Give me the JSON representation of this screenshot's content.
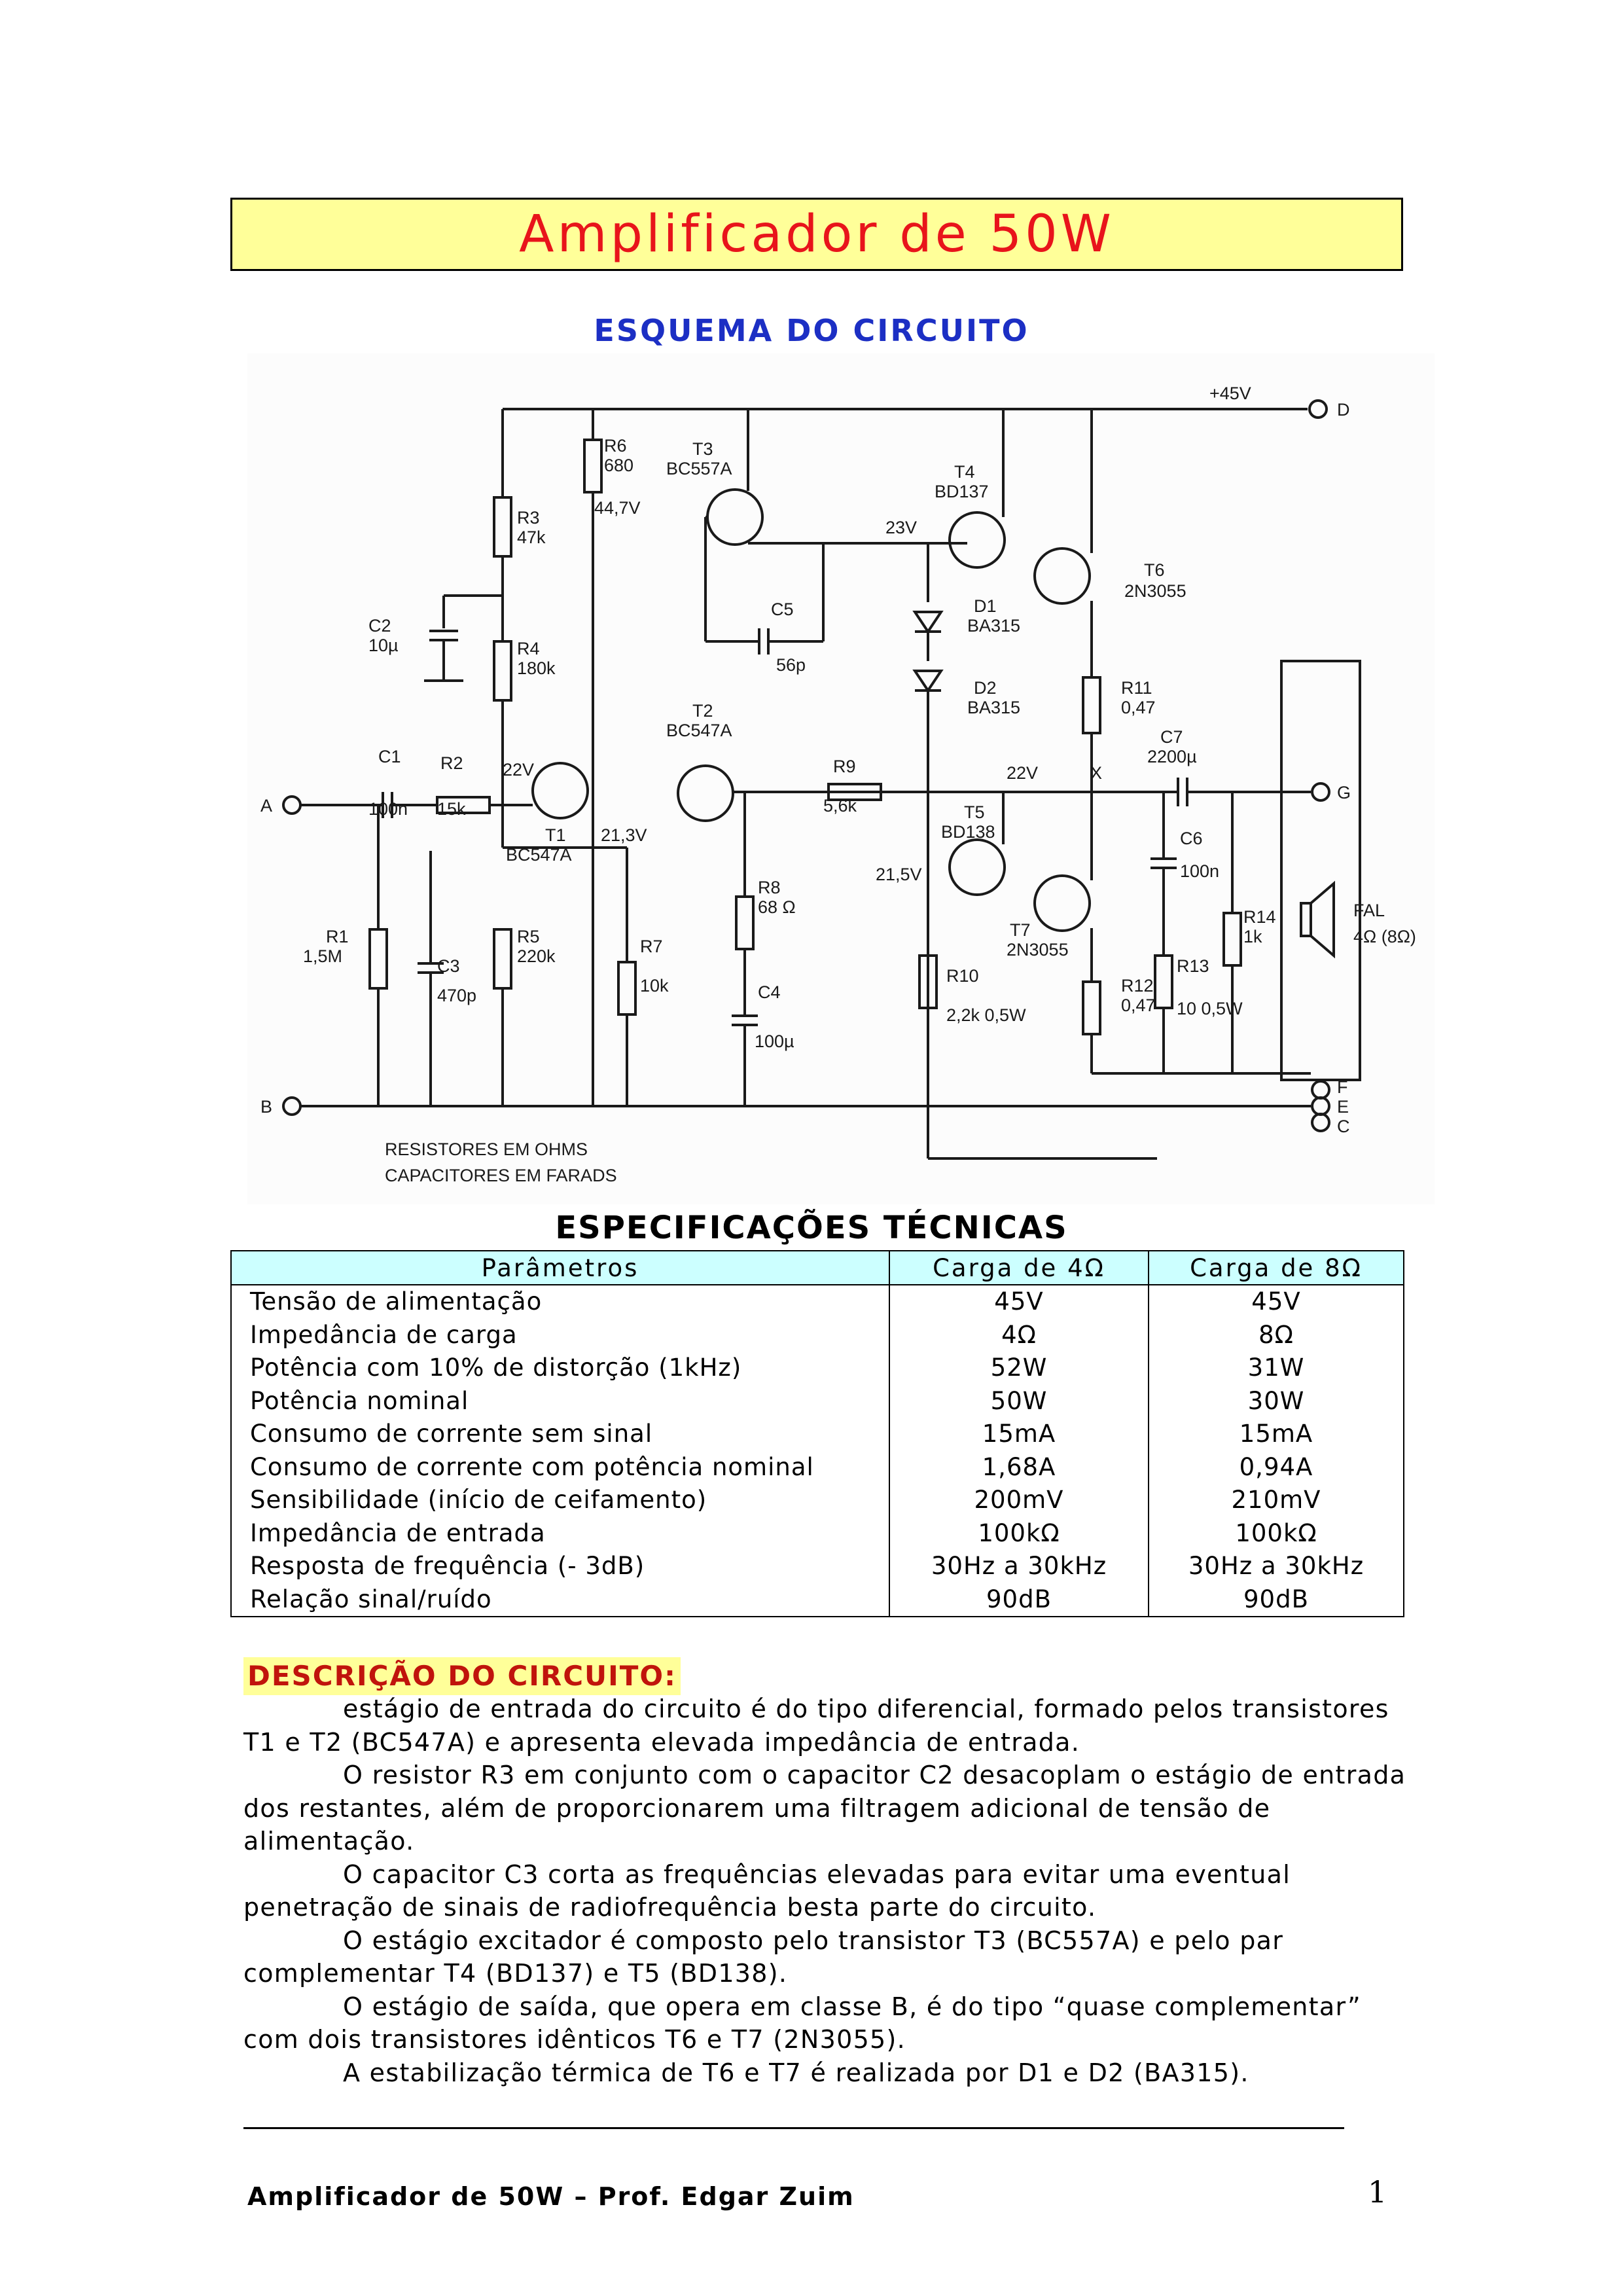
{
  "title": "Amplificador de 50W",
  "schematic_heading": "ESQUEMA DO CIRCUITO",
  "schematic": {
    "supply": "+45V",
    "terminals": [
      "A",
      "B",
      "C",
      "D",
      "E",
      "F",
      "G"
    ],
    "components": [
      {
        "ref": "R3",
        "value": "47k"
      },
      {
        "ref": "R6",
        "value": "680"
      },
      {
        "ref": "T3",
        "value": "BC557A"
      },
      {
        "ref": "T4",
        "value": "BD137"
      },
      {
        "ref": "T6",
        "value": "2N3055"
      },
      {
        "ref": "C5",
        "value": "56p"
      },
      {
        "ref": "D1",
        "value": "BA315"
      },
      {
        "ref": "D2",
        "value": "BA315"
      },
      {
        "ref": "C2",
        "value": "10µ"
      },
      {
        "ref": "R4",
        "value": "180k"
      },
      {
        "ref": "R11",
        "value": "0,47"
      },
      {
        "ref": "C7",
        "value": "2200µ"
      },
      {
        "ref": "C1",
        "value": "100n"
      },
      {
        "ref": "R2",
        "value": "15k"
      },
      {
        "ref": "T1",
        "value": "BC547A"
      },
      {
        "ref": "T2",
        "value": "BC547A"
      },
      {
        "ref": "R9",
        "value": "5,6k"
      },
      {
        "ref": "T5",
        "value": "BD138"
      },
      {
        "ref": "C6",
        "value": "100n"
      },
      {
        "ref": "R8",
        "value": "68 Ω"
      },
      {
        "ref": "R1",
        "value": "1,5M"
      },
      {
        "ref": "R5",
        "value": "220k"
      },
      {
        "ref": "C3",
        "value": "470p"
      },
      {
        "ref": "R7",
        "value": "10k"
      },
      {
        "ref": "C4",
        "value": "100µ"
      },
      {
        "ref": "R10",
        "value": "2,2k 0,5W"
      },
      {
        "ref": "T7",
        "value": "2N3055"
      },
      {
        "ref": "R12",
        "value": "0,47"
      },
      {
        "ref": "R13",
        "value": "10 0,5W"
      },
      {
        "ref": "R14",
        "value": "1k"
      },
      {
        "ref": "FAL",
        "value": "4Ω (8Ω)"
      }
    ],
    "voltages": [
      "44,7V",
      "23V",
      "22V",
      "22V",
      "21,3V",
      "21,5V"
    ],
    "node_x": "X",
    "note_line1": "RESISTORES EM OHMS",
    "note_line2": "CAPACITORES EM FARADS"
  },
  "specs_heading": "ESPECIFICAÇÕES TÉCNICAS",
  "specs_table": {
    "headers": [
      "Parâmetros",
      "Carga de 4Ω",
      "Carga de 8Ω"
    ],
    "rows": [
      [
        "Tensão de alimentação",
        "45V",
        "45V"
      ],
      [
        "Impedância de carga",
        "4Ω",
        "8Ω"
      ],
      [
        "Potência com 10% de distorção (1kHz)",
        "52W",
        "31W"
      ],
      [
        "Potência nominal",
        "50W",
        "30W"
      ],
      [
        "Consumo de corrente sem sinal",
        "15mA",
        "15mA"
      ],
      [
        "Consumo de corrente com potência nominal",
        "1,68A",
        "0,94A"
      ],
      [
        "Sensibilidade (início de ceifamento)",
        "200mV",
        "210mV"
      ],
      [
        "Impedância de entrada",
        "100kΩ",
        "100kΩ"
      ],
      [
        "Resposta de frequência (- 3dB)",
        "30Hz a 30kHz",
        "30Hz a 30kHz"
      ],
      [
        "Relação sinal/ruído",
        "90dB",
        "90dB"
      ]
    ]
  },
  "description_heading": "DESCRIÇÃO DO CIRCUITO:",
  "description": [
    "estágio de entrada do circuito é do tipo diferencial, formado pelos transistores T1 e T2 (BC547A) e apresenta elevada impedância de entrada.",
    "O resistor R3 em conjunto com o capacitor C2 desacoplam o estágio de entrada dos restantes, além de proporcionarem uma filtragem adicional de tensão de alimentação.",
    "O capacitor C3 corta as frequências elevadas para evitar uma eventual penetração de sinais de radiofrequência besta parte do circuito.",
    "O estágio excitador é composto pelo transistor T3 (BC557A) e pelo par complementar T4 (BD137) e T5 (BD138).",
    "O estágio de saída, que opera em classe B, é do tipo “quase complementar” com dois transistores idênticos T6 e T7 (2N3055).",
    "A estabilização térmica de T6 e T7 é realizada por D1 e D2 (BA315)."
  ],
  "footer": "Amplificador de 50W – Prof. Edgar Zuim",
  "page_number": "1"
}
